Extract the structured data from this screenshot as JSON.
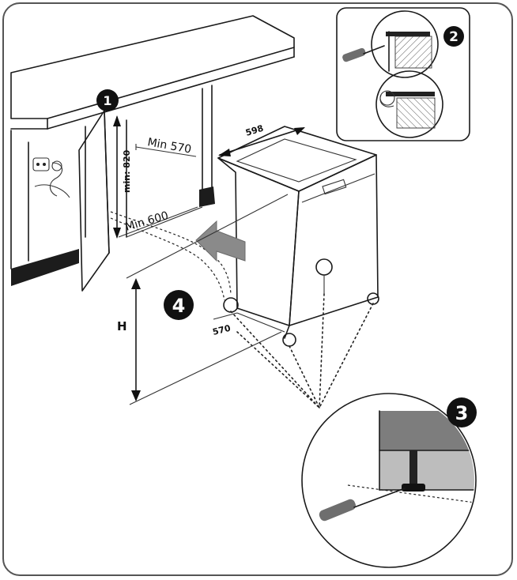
{
  "steps": {
    "step1": "1",
    "step2": "2",
    "step3": "3",
    "step4": "4"
  },
  "dimensions": {
    "min_570": "Min 570",
    "min_600": "Min 600",
    "min_820": "min: 820",
    "width_598": "598",
    "depth_570": "570",
    "height_h": "H"
  },
  "colors": {
    "line": "#1a1a1a",
    "badge": "#111111",
    "arrow": "#8a8a8a",
    "plinth": "#1c1c1c",
    "panel_grey": "#7d7d7d",
    "panel_light": "#bdbdbd",
    "screwdriver_handle": "#6e6e6e"
  }
}
